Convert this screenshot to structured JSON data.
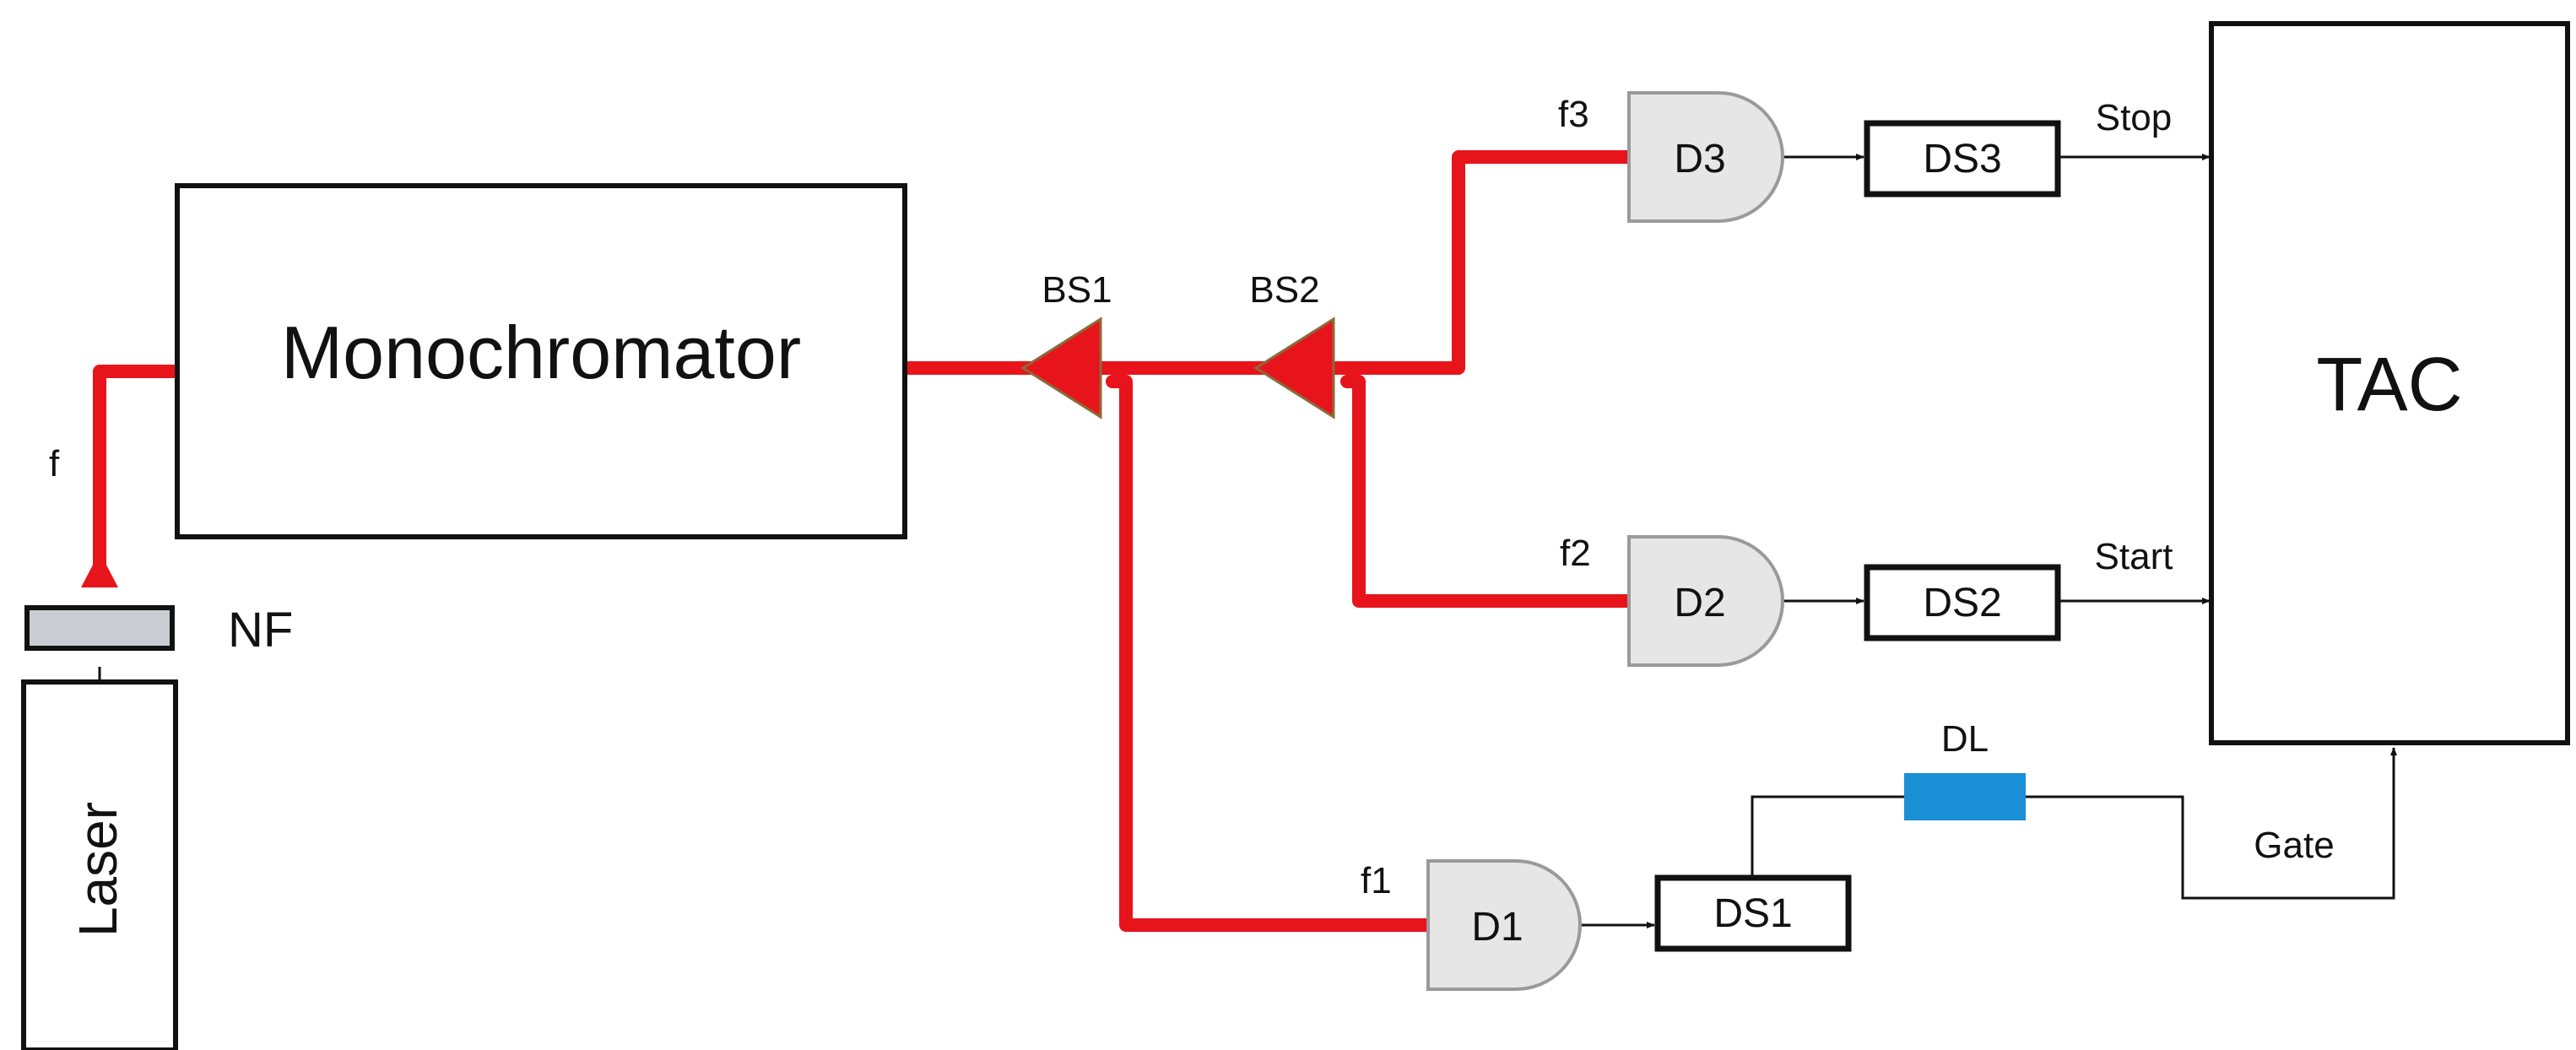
{
  "labels": {
    "monochromator": "Monochromator",
    "laser": "Laser",
    "nf": "NF",
    "f": "f",
    "bs1": "BS1",
    "bs2": "BS2",
    "f1": "f1",
    "f2": "f2",
    "f3": "f3",
    "d1": "D1",
    "d2": "D2",
    "d3": "D3",
    "ds1": "DS1",
    "ds2": "DS2",
    "ds3": "DS3",
    "dl": "DL",
    "tac": "TAC",
    "stop": "Stop",
    "start": "Start",
    "gate": "Gate"
  },
  "colors": {
    "fiber": "#e8141c",
    "splitter": "#e8141c",
    "splitter_edge": "#8a6a3a",
    "detector": "#e6e6e6",
    "detector_edge": "#9a9a9a",
    "filter": "#c9cdd1",
    "delay_line": "#1a8fd6",
    "wire": "#111111"
  }
}
